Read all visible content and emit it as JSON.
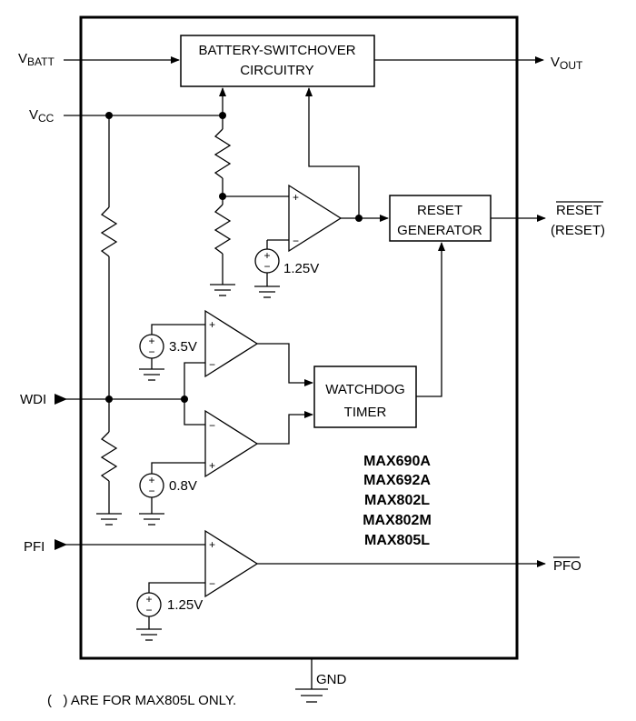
{
  "pins": {
    "vbatt": {
      "main": "V",
      "sub": "BATT"
    },
    "vcc": {
      "main": "V",
      "sub": "CC"
    },
    "vout": {
      "main": "V",
      "sub": "OUT"
    },
    "reset": "RESET",
    "reset_alt": "(RESET)",
    "wdi": "WDI",
    "pfi": "PFI",
    "pfo": "PFO",
    "gnd": "GND"
  },
  "blocks": {
    "battery_switchover": [
      "BATTERY-SWITCHOVER",
      "CIRCUITRY"
    ],
    "reset_generator": [
      "RESET",
      "GENERATOR"
    ],
    "watchdog_timer": [
      "WATCHDOG",
      "TIMER"
    ]
  },
  "references": {
    "reset_ref": "1.25V",
    "wdi_high_ref": "3.5V",
    "wdi_low_ref": "0.8V",
    "pfi_ref": "1.25V"
  },
  "signs": {
    "plus": "+",
    "minus": "−"
  },
  "part_numbers": [
    "MAX690A",
    "MAX692A",
    "MAX802L",
    "MAX802M",
    "MAX805L"
  ],
  "footnote": "(   ) ARE FOR MAX805L ONLY."
}
